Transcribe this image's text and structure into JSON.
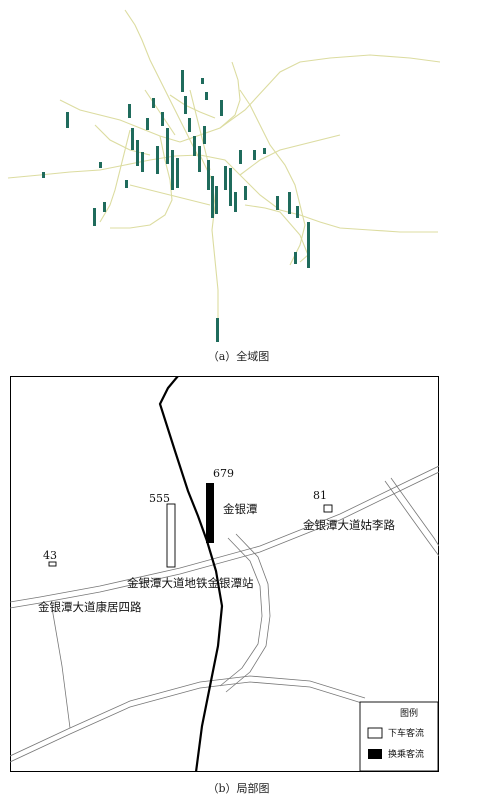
{
  "overview": {
    "caption": "（a）全域图",
    "colors": {
      "line": "#e2e2a0",
      "bar": "#1f6b5c"
    }
  },
  "detail": {
    "caption": "（b）局部图",
    "stations": [
      {
        "name": "金银潭大道康居四路",
        "value": "43",
        "type": "alighting"
      },
      {
        "name": "金银潭大道地铁金银潭站",
        "value": "555",
        "type": "alighting"
      },
      {
        "name": "金银潭",
        "value": "679",
        "type": "transfer"
      },
      {
        "name": "金银潭大道姑李路",
        "value": "81",
        "type": "alighting"
      }
    ],
    "legend": {
      "title": "图例",
      "items": [
        {
          "label": "下车客流",
          "swatch": "#ffffff"
        },
        {
          "label": "换乘客流",
          "swatch": "#000000"
        }
      ]
    }
  }
}
